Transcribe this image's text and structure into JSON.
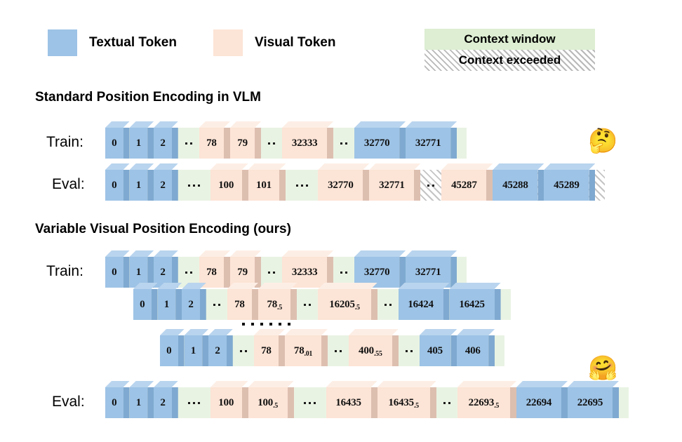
{
  "legend": {
    "textual": {
      "label": "Textual Token",
      "color": "#9dc3e6"
    },
    "visual": {
      "label": "Visual Token",
      "color": "#fce4d6"
    },
    "context_window": {
      "label": "Context window",
      "color": "#ddeed2"
    },
    "context_exceeded": {
      "label": "Context exceeded",
      "color": "#c4c4c4"
    }
  },
  "sections": [
    {
      "title": "Standard Position Encoding in VLM",
      "rows": [
        {
          "label": "Train:",
          "cells": [
            {
              "kind": "cube",
              "type": "textual",
              "value": "0"
            },
            {
              "kind": "cube",
              "type": "textual",
              "value": "1"
            },
            {
              "kind": "cube",
              "type": "textual",
              "value": "2"
            },
            {
              "kind": "dots",
              "count": 2
            },
            {
              "kind": "cube",
              "type": "visual",
              "value": "78"
            },
            {
              "kind": "cube",
              "type": "visual",
              "value": "79"
            },
            {
              "kind": "dots",
              "count": 2
            },
            {
              "kind": "cube",
              "type": "visual",
              "value": "32333"
            },
            {
              "kind": "dots",
              "count": 2
            },
            {
              "kind": "cube",
              "type": "textual",
              "value": "32770"
            },
            {
              "kind": "cube",
              "type": "textual",
              "value": "32771"
            }
          ],
          "emoji": "thinking-face"
        },
        {
          "label": "Eval:",
          "cells": [
            {
              "kind": "cube",
              "type": "textual",
              "value": "0"
            },
            {
              "kind": "cube",
              "type": "textual",
              "value": "1"
            },
            {
              "kind": "cube",
              "type": "textual",
              "value": "2"
            },
            {
              "kind": "dots",
              "count": 3
            },
            {
              "kind": "cube",
              "type": "visual",
              "value": "100"
            },
            {
              "kind": "cube",
              "type": "visual",
              "value": "101"
            },
            {
              "kind": "dots",
              "count": 3
            },
            {
              "kind": "cube",
              "type": "visual",
              "value": "32770"
            },
            {
              "kind": "cube",
              "type": "visual",
              "value": "32771"
            },
            {
              "kind": "dots",
              "count": 2,
              "exceeded": true
            },
            {
              "kind": "cube",
              "type": "visual",
              "value": "45287"
            },
            {
              "kind": "cube",
              "type": "textual",
              "value": "45288"
            },
            {
              "kind": "cube",
              "type": "textual",
              "value": "45289"
            }
          ]
        }
      ]
    },
    {
      "title": "Variable Visual Position Encoding (ours)",
      "rows": [
        {
          "label": "Train:",
          "cells": [
            {
              "kind": "cube",
              "type": "textual",
              "value": "0"
            },
            {
              "kind": "cube",
              "type": "textual",
              "value": "1"
            },
            {
              "kind": "cube",
              "type": "textual",
              "value": "2"
            },
            {
              "kind": "dots",
              "count": 2
            },
            {
              "kind": "cube",
              "type": "visual",
              "value": "78"
            },
            {
              "kind": "cube",
              "type": "visual",
              "value": "79"
            },
            {
              "kind": "dots",
              "count": 2
            },
            {
              "kind": "cube",
              "type": "visual",
              "value": "32333"
            },
            {
              "kind": "dots",
              "count": 2
            },
            {
              "kind": "cube",
              "type": "textual",
              "value": "32770"
            },
            {
              "kind": "cube",
              "type": "textual",
              "value": "32771"
            }
          ]
        },
        {
          "label": "",
          "cells": [
            {
              "kind": "cube",
              "type": "textual",
              "value": "0"
            },
            {
              "kind": "cube",
              "type": "textual",
              "value": "1"
            },
            {
              "kind": "cube",
              "type": "textual",
              "value": "2"
            },
            {
              "kind": "dots",
              "count": 2
            },
            {
              "kind": "cube",
              "type": "visual",
              "value": "78"
            },
            {
              "kind": "cube",
              "type": "visual",
              "value": "78",
              "sub": ".5"
            },
            {
              "kind": "dots",
              "count": 2
            },
            {
              "kind": "cube",
              "type": "visual",
              "value": "16205",
              "sub": ".5"
            },
            {
              "kind": "dots",
              "count": 2
            },
            {
              "kind": "cube",
              "type": "textual",
              "value": "16424"
            },
            {
              "kind": "cube",
              "type": "textual",
              "value": "16425"
            }
          ]
        },
        {
          "label": "",
          "cells": [
            {
              "kind": "cube",
              "type": "textual",
              "value": "0"
            },
            {
              "kind": "cube",
              "type": "textual",
              "value": "1"
            },
            {
              "kind": "cube",
              "type": "textual",
              "value": "2"
            },
            {
              "kind": "dots",
              "count": 2
            },
            {
              "kind": "cube",
              "type": "visual",
              "value": "78"
            },
            {
              "kind": "cube",
              "type": "visual",
              "value": "78",
              "sub": ".01"
            },
            {
              "kind": "dots",
              "count": 2
            },
            {
              "kind": "cube",
              "type": "visual",
              "value": "400",
              "sub": ".55"
            },
            {
              "kind": "dots",
              "count": 2
            },
            {
              "kind": "cube",
              "type": "textual",
              "value": "405"
            },
            {
              "kind": "cube",
              "type": "textual",
              "value": "406"
            }
          ],
          "emoji": "hugging-face"
        },
        {
          "label": "Eval:",
          "cells": [
            {
              "kind": "cube",
              "type": "textual",
              "value": "0"
            },
            {
              "kind": "cube",
              "type": "textual",
              "value": "1"
            },
            {
              "kind": "cube",
              "type": "textual",
              "value": "2"
            },
            {
              "kind": "dots",
              "count": 3
            },
            {
              "kind": "cube",
              "type": "visual",
              "value": "100"
            },
            {
              "kind": "cube",
              "type": "visual",
              "value": "100",
              "sub": ".5"
            },
            {
              "kind": "dots",
              "count": 3
            },
            {
              "kind": "cube",
              "type": "visual",
              "value": "16435"
            },
            {
              "kind": "cube",
              "type": "visual",
              "value": "16435",
              "sub": ".5"
            },
            {
              "kind": "dots",
              "count": 2
            },
            {
              "kind": "cube",
              "type": "visual",
              "value": "22693",
              "sub": ".5"
            },
            {
              "kind": "cube",
              "type": "textual",
              "value": "22694"
            },
            {
              "kind": "cube",
              "type": "textual",
              "value": "22695"
            }
          ]
        }
      ]
    }
  ],
  "series_dots": {
    "count": 6
  },
  "emojis": {
    "thinking-face": "🤔",
    "hugging-face": "🤗"
  }
}
